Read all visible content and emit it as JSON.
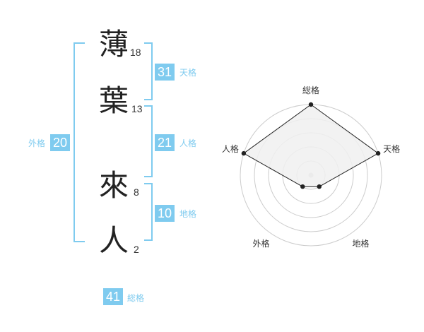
{
  "colors": {
    "bracket": "#7fcbef",
    "box": "#7fcbef",
    "label": "#7fcbef",
    "kanji": "#222222",
    "radar_line": "#222222",
    "radar_fill": "#f0f0f0",
    "radar_grid": "#cccccc"
  },
  "characters": [
    {
      "char": "薄",
      "strokes": "18"
    },
    {
      "char": "葉",
      "strokes": "13"
    },
    {
      "char": "來",
      "strokes": "8"
    },
    {
      "char": "人",
      "strokes": "2"
    }
  ],
  "kakusu": {
    "tenkaku": {
      "value": "31",
      "label": "天格"
    },
    "jinkaku": {
      "value": "21",
      "label": "人格"
    },
    "chikaku": {
      "value": "10",
      "label": "地格"
    },
    "gaikaku": {
      "value": "20",
      "label": "外格"
    },
    "soukaku": {
      "value": "41",
      "label": "総格"
    }
  },
  "chart_data": {
    "type": "radar",
    "axes": [
      "総格",
      "天格",
      "地格",
      "外格",
      "人格"
    ],
    "values": [
      5,
      5,
      1,
      1,
      5
    ],
    "max": 5,
    "rings": 5
  }
}
